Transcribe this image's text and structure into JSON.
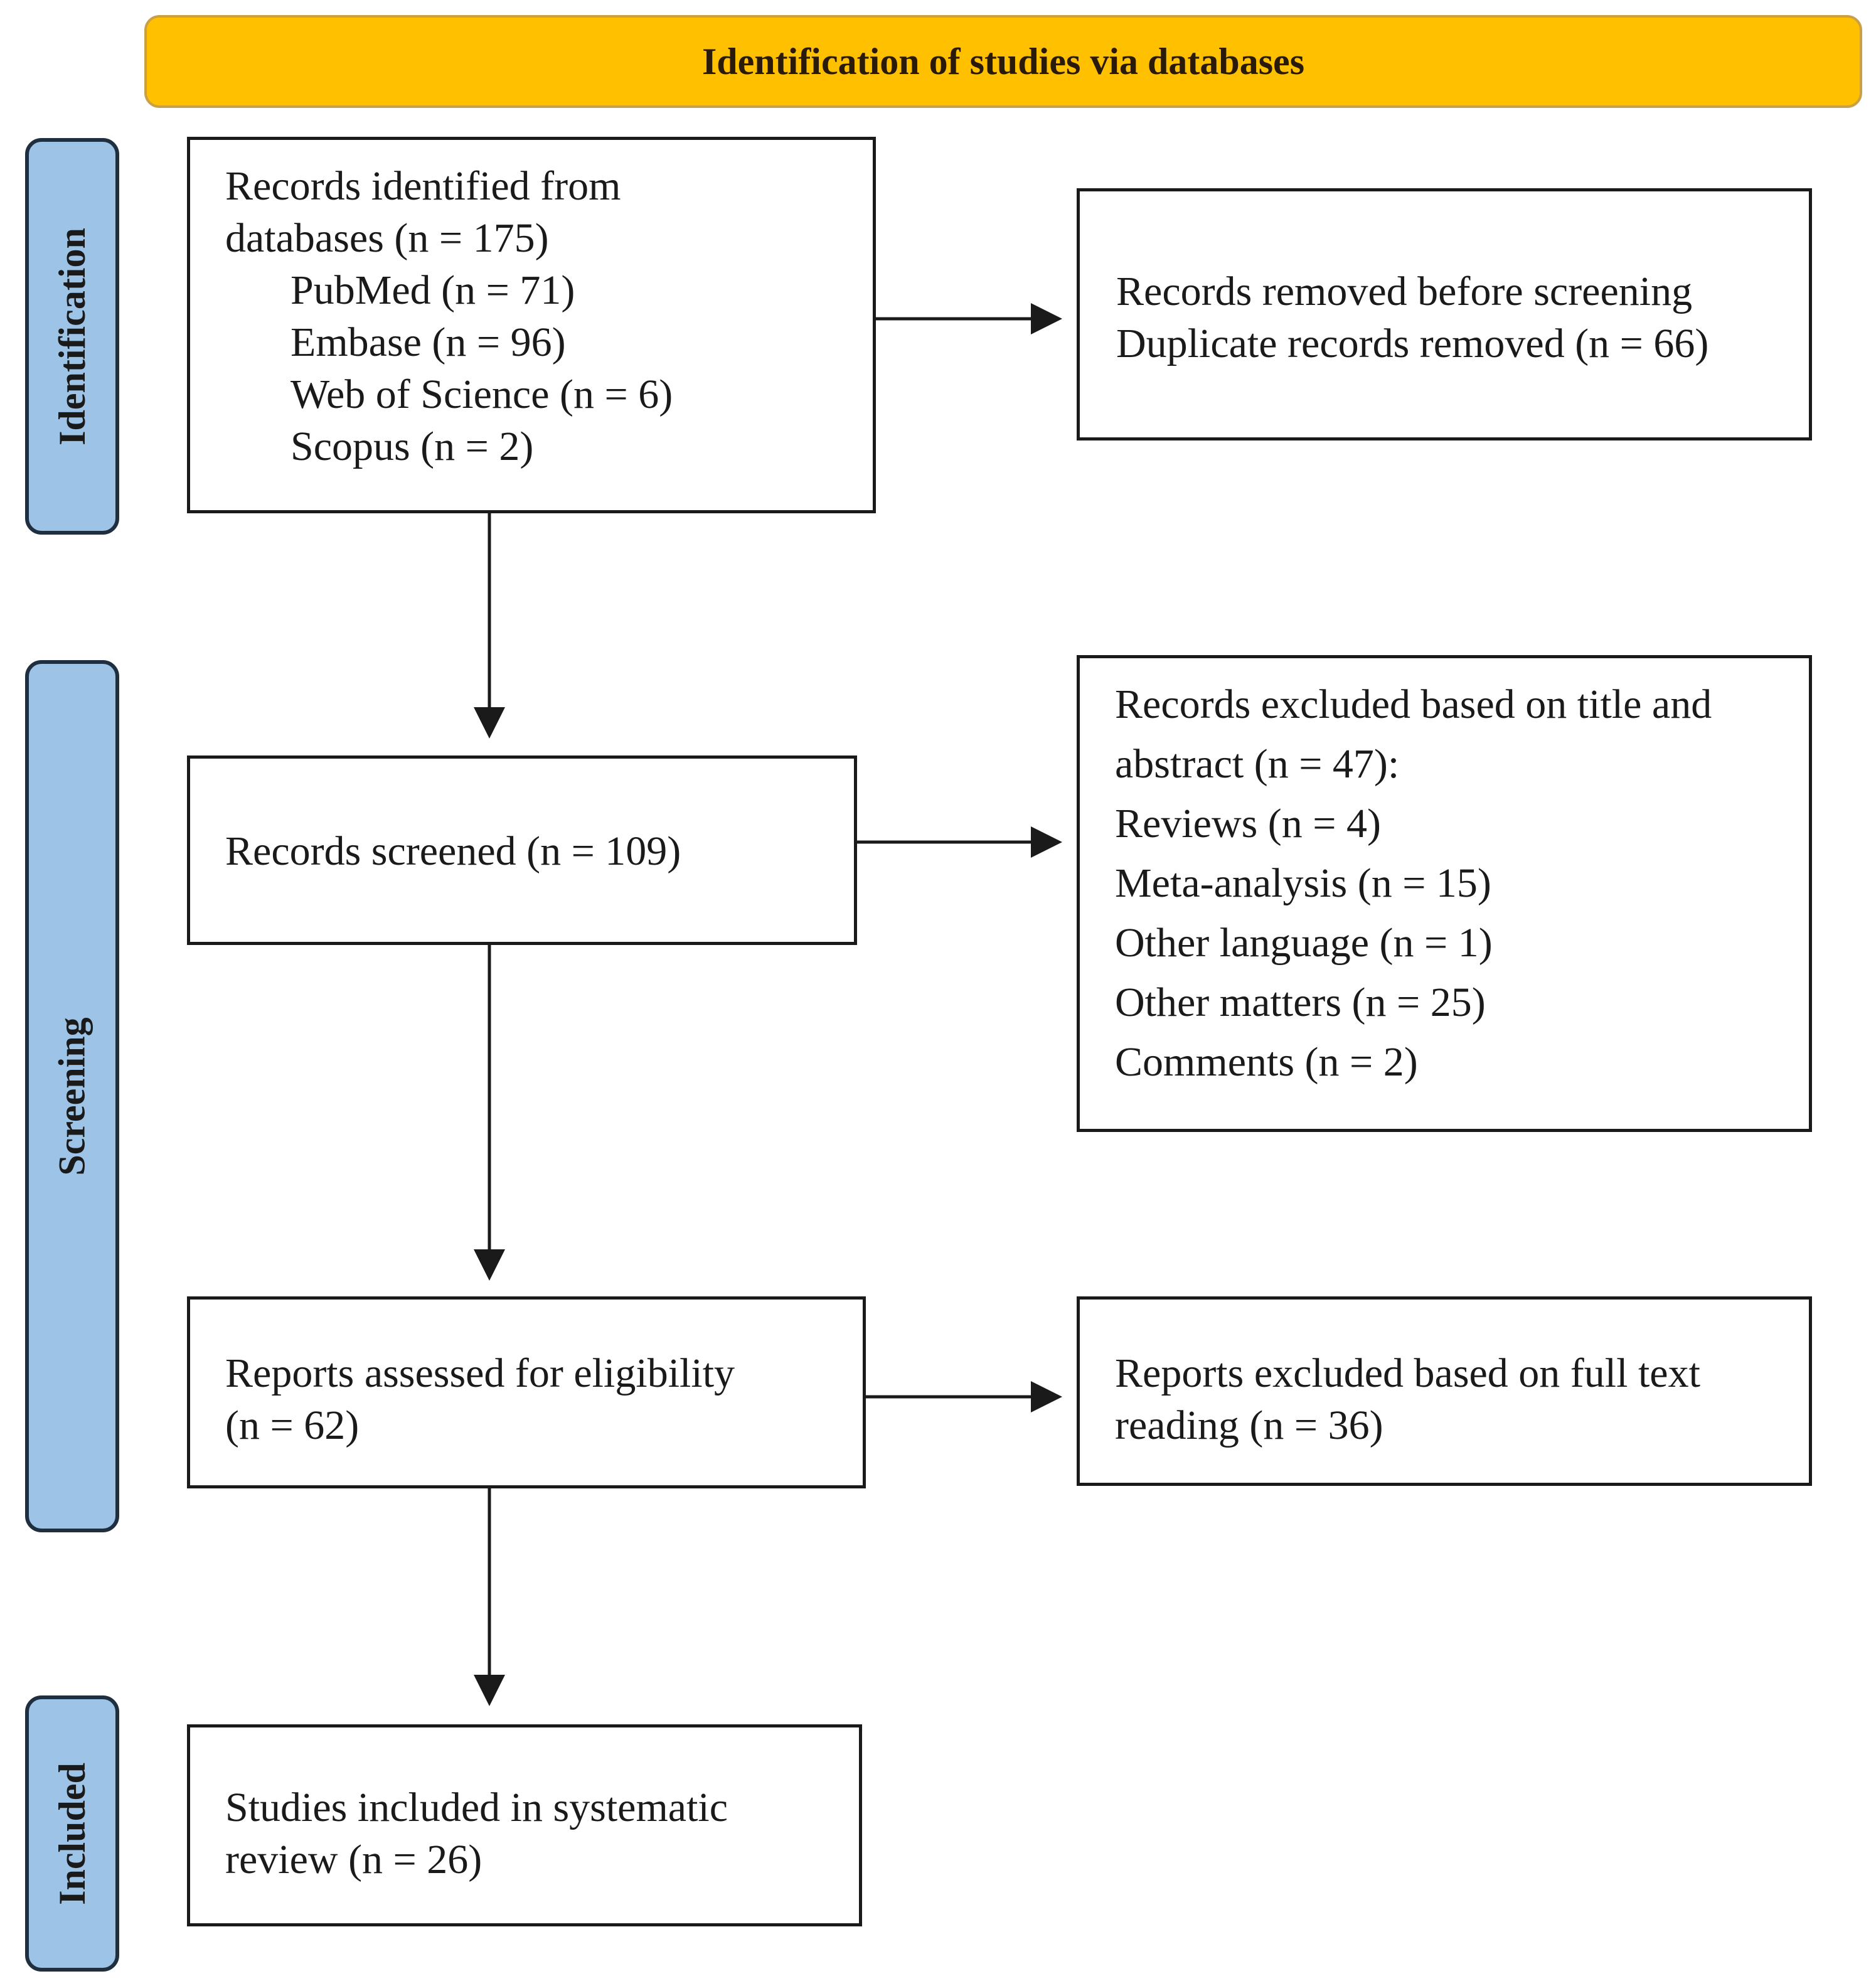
{
  "header": {
    "title": "Identification of studies via databases"
  },
  "phases": {
    "identification": "Identification",
    "screening": "Screening",
    "included": "Included"
  },
  "boxes": {
    "records_identified": {
      "lines": [
        "Records identified from",
        "databases (n = 175)"
      ],
      "sources": [
        "PubMed (n = 71)",
        "Embase (n = 96)",
        "Web of Science (n = 6)",
        "Scopus (n = 2)"
      ]
    },
    "records_removed": {
      "lines": [
        "Records removed before screening",
        "Duplicate records removed (n = 66)"
      ]
    },
    "records_screened": {
      "lines": [
        "Records screened (n = 109)"
      ]
    },
    "records_excluded": {
      "lines": [
        "Records excluded based on title and",
        "abstract (n = 47):",
        "Reviews (n = 4)",
        "Meta-analysis (n = 15)",
        "Other language (n = 1)",
        "Other matters (n = 25)",
        "Comments (n = 2)"
      ]
    },
    "reports_assessed": {
      "lines": [
        "Reports assessed for eligibility",
        "(n = 62)"
      ]
    },
    "reports_excluded": {
      "lines": [
        "Reports excluded based on full text",
        "reading (n = 36)"
      ]
    },
    "studies_included": {
      "lines": [
        "Studies included in systematic",
        "review (n = 26)"
      ]
    }
  }
}
